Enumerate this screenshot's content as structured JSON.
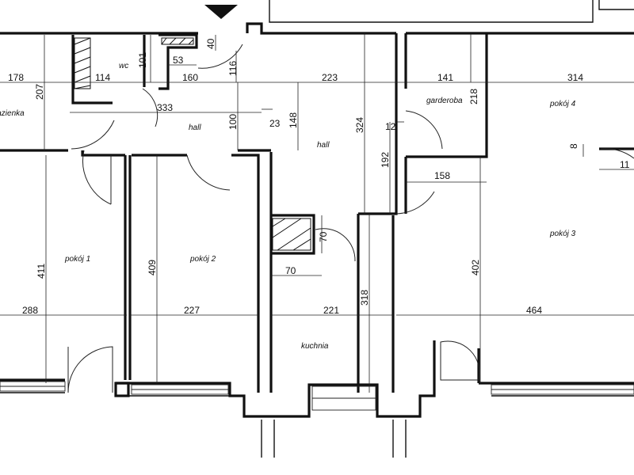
{
  "rooms": {
    "wc": "wc",
    "lazienka": "łazienka",
    "hall_left": "hall",
    "hall_center": "hall",
    "garderoba": "garderoba",
    "pokoj4": "pokój 4",
    "pokoj1": "pokój 1",
    "pokoj2": "pokój 2",
    "pokoj3": "pokój 3",
    "kuchnia": "kuchnia"
  },
  "dimensions": {
    "d178": "178",
    "d207": "207",
    "d114": "114",
    "d101": "101",
    "d53": "53",
    "d40": "40",
    "d116": "116",
    "d160": "160",
    "d223": "223",
    "d141": "141",
    "d218": "218",
    "d314": "314",
    "d333": "333",
    "d100": "100",
    "d23": "23",
    "d148": "148",
    "d324": "324",
    "d12": "12",
    "d8": "8",
    "d11x": "11",
    "d192": "192",
    "d158": "158",
    "d411": "411",
    "d409": "409",
    "d70a": "70",
    "d70b": "70",
    "d402": "402",
    "d318": "318",
    "d288": "288",
    "d227": "227",
    "d221": "221",
    "d464": "464"
  },
  "colors": {
    "line": "#111111",
    "background": "#ffffff"
  }
}
